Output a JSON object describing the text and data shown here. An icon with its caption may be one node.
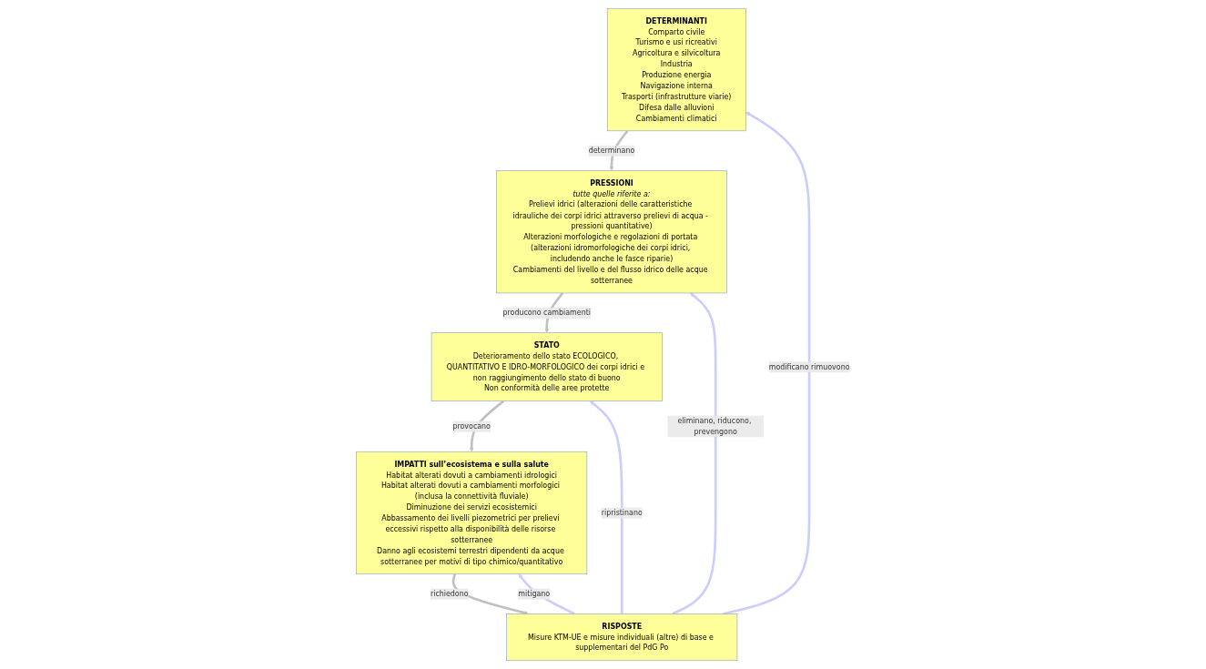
{
  "diagram": {
    "nodes": [
      {
        "text": [
          "DETERMINANTI",
          "Comparto civile",
          "Turismo e usi ricreativi",
          "Agricoltura e silvicoltura",
          "Industria",
          "Produzione energia",
          "Navigazione interna",
          "Trasporti (infrastrutture viarie)",
          "Difesa dalle alluvioni",
          "Cambiamenti climatici"
        ]
      },
      {
        "text": [
          "RISPOSTE",
          "Misure KTM-UE e misure individuali (altre) di base e supplementari del PdG Po"
        ]
      },
      {
        "text": [
          "PRESSIONI",
          "tutte quelle riferite a:",
          "Prelievi idrici (alterazioni delle caratteristiche idrauliche dei corpi idrici attraverso prelievi di acqua - pressioni quantitative)",
          "Alterazioni morfologiche e regolazioni di portata (alterazioni idromorfologiche dei corpi idrici, includendo anche le fasce riparie)",
          "Cambiamenti del livello e del flusso idrico delle acque sotterranee"
        ]
      },
      {
        "text": [
          "IMPATTI sull’ecosistema e sulla salute",
          "Habitat alterati dovuti a cambiamenti idrologici",
          "Habitat alterati dovuti a cambiamenti morfologici (inclusa la connettività fluviale)",
          "Diminuzione dei servizi ecosistemici",
          "Abbassamento dei livelli piezometrici per prelievi eccessivi rispetto alla disponibilità delle risorse sotterranee",
          "Danno agli ecosistemi terrestri dipendenti da acque sotterranee per motivi di tipo chimico/quantitativo"
        ]
      },
      {
        "text": [
          "STATO",
          "Deterioramento dello stato ECOLOGICO, QUANTITATIVO E IDRO-MORFOLOGICO dei corpi idrici e non raggiungimento dello stato di buono",
          "Non conformità delle aree protette"
        ]
      }
    ],
    "edges": [
      {
        "from": 1,
        "to": 0,
        "arrow": "to",
        "label": "modificano rimuovono",
        "color": "#ccccff"
      },
      {
        "from": 0,
        "to": 2,
        "arrow": "to",
        "label": "determinano"
      },
      {
        "from": 1,
        "to": 2,
        "arrow": "to",
        "label": "eliminano, riducono, prevengono",
        "color": "#ccccff"
      },
      {
        "from": 1,
        "to": 3,
        "arrow": "to",
        "label": "mitigano",
        "color": "#ccccff"
      },
      {
        "from": 3,
        "to": 1,
        "arrow": "to",
        "label": "richiedono"
      },
      {
        "from": 1,
        "to": 4,
        "arrow": "to",
        "label": "ripristinano",
        "color": "#ccccff"
      },
      {
        "from": 2,
        "to": 4,
        "arrow": "to",
        "label": "producono cambiamenti"
      },
      {
        "from": 4,
        "to": 3,
        "arrow": "to",
        "label": "provocano"
      }
    ]
  }
}
